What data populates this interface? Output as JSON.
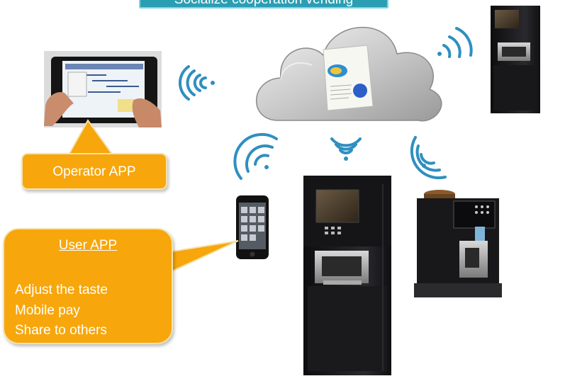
{
  "title": "Socialize cooperation vending",
  "operator_app": {
    "label": "Operator APP"
  },
  "user_app": {
    "title": "User APP",
    "features": [
      "Adjust the taste",
      "Mobile pay",
      "Share to others"
    ]
  },
  "colors": {
    "banner": "#2a9fb3",
    "callout": "#f7a60b",
    "wifi": "#2f8fc0",
    "machine": "#1c1c1e"
  },
  "icons": [
    "cloud-icon",
    "wifi-signal-icon",
    "tablet-icon",
    "smartphone-icon",
    "vending-machine-icon",
    "coffee-machine-icon"
  ]
}
